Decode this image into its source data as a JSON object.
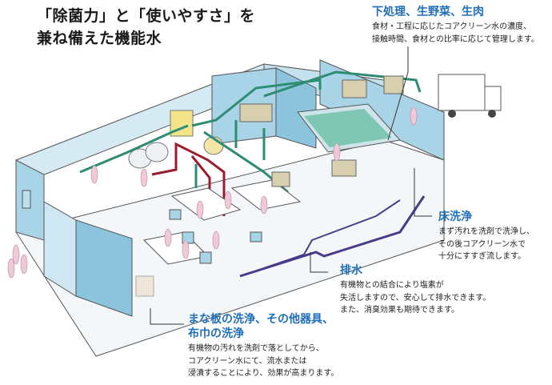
{
  "title": {
    "line1": "「除菌力」と「使いやすさ」を",
    "line2": "兼ね備えた機能水"
  },
  "callouts": {
    "prep": {
      "heading": "下処理、生野菜、生肉",
      "lines": [
        "食材・工程に応じたコアクリーン水の濃度、",
        "接触時間、食材との比率に応じて管理します。"
      ]
    },
    "floor": {
      "heading": "床洗浄",
      "lines": [
        "まず汚れを洗剤で洗浄し、",
        "その後コアクリーン水で",
        "十分にすすぎ流します。"
      ]
    },
    "drain": {
      "heading": "排水",
      "lines": [
        "有機物との結合により塩素が",
        "失活しますので、安心して排水できます。",
        "また、消臭効果も期待できます。"
      ]
    },
    "boards": {
      "heading_line1": "まな板の洗浄、その他器具、",
      "heading_line2": "布巾の洗浄",
      "lines": [
        "有機物の汚れを洗剤で落としてから、",
        "コアクリーン水にて、流水または",
        "浸漬することにより、効果が高まります。"
      ]
    }
  },
  "colors": {
    "heading_blue": "#1f6fb8",
    "wall": "#a9d3e6",
    "pipe_green": "#2e8b74",
    "pipe_red": "#9b1c2e",
    "drain_line": "#4a3a8c",
    "worker_pink": "#f0c9d8",
    "generator_yellow": "#f3e48a"
  }
}
